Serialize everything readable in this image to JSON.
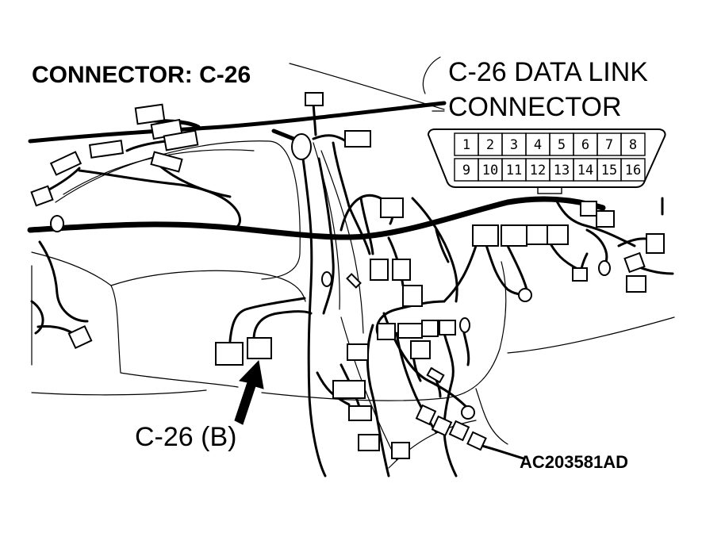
{
  "title": "CONNECTOR: C-26",
  "data_link_label": {
    "line1": "C-26 DATA LINK",
    "line2": "CONNECTOR"
  },
  "pins_top": [
    "1",
    "2",
    "3",
    "4",
    "5",
    "6",
    "7",
    "8"
  ],
  "pins_bottom": [
    "9",
    "10",
    "11",
    "12",
    "13",
    "14",
    "15",
    "16"
  ],
  "connector_b_label": "C-26 (B)",
  "drawing_code": "AC203581AD",
  "colors": {
    "line": "#000000",
    "background": "#ffffff"
  },
  "icons": {
    "pointer": "arrow-icon"
  }
}
